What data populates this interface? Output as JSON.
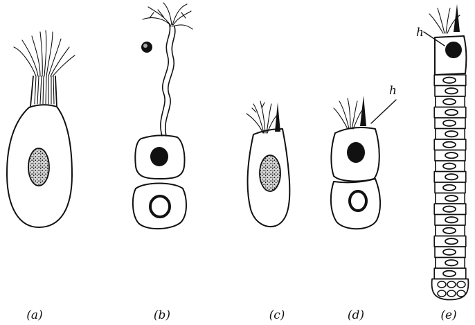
{
  "panels": [
    {
      "id": "a",
      "label": "(a)"
    },
    {
      "id": "b",
      "label": "(b)"
    },
    {
      "id": "c",
      "label": "(c)"
    },
    {
      "id": "d",
      "label": "(d)",
      "annotation": "h"
    },
    {
      "id": "e",
      "label": "(e)",
      "annotation": "h"
    }
  ],
  "colors": {
    "ink": "#111111",
    "paper": "#ffffff"
  }
}
